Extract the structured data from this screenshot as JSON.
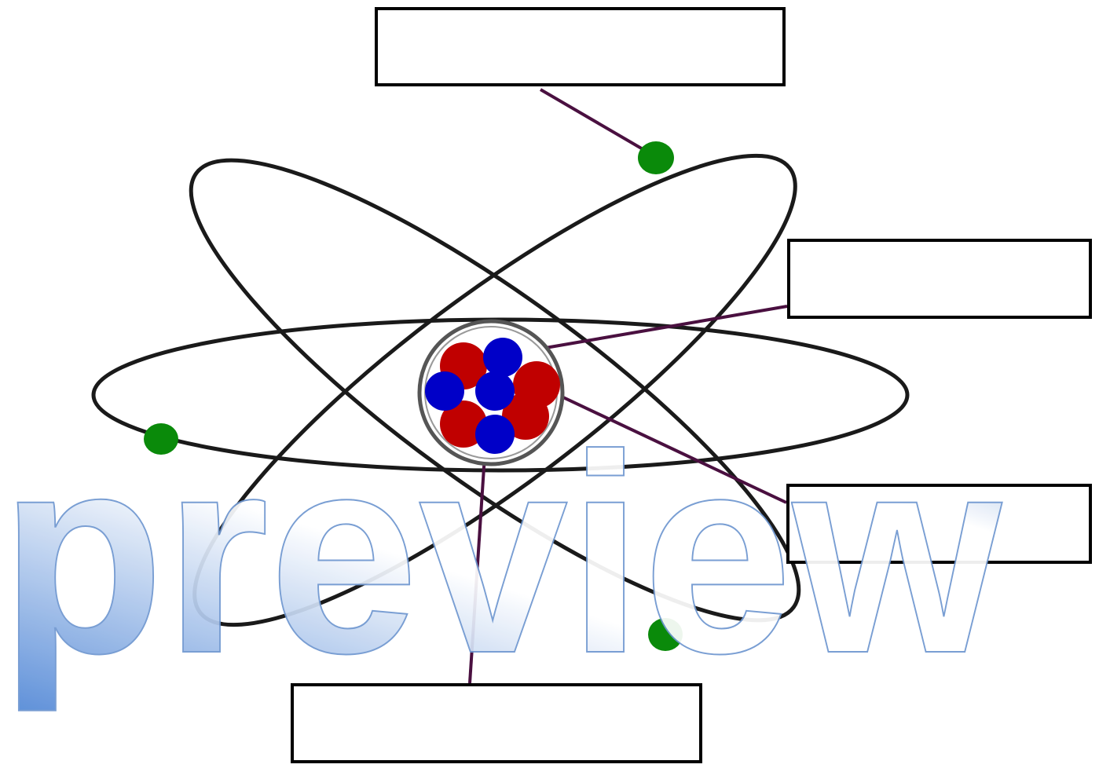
{
  "diagram": {
    "subject": "atom",
    "label_boxes": [
      {
        "id": "electron-label",
        "text": ""
      },
      {
        "id": "proton-label",
        "text": ""
      },
      {
        "id": "neutron-label",
        "text": ""
      },
      {
        "id": "nucleus-label",
        "text": ""
      }
    ]
  },
  "watermark": {
    "text": "preview"
  },
  "colors": {
    "orbit": "#1a1a1a",
    "electron": "#0a8a0a",
    "proton": "#c00000",
    "neutron": "#0000c8",
    "pointer_line": "#4a1040",
    "watermark_fill_top": "#ffffff",
    "watermark_fill_bottom": "#5b8fd8",
    "watermark_stroke": "#6f97d0"
  }
}
